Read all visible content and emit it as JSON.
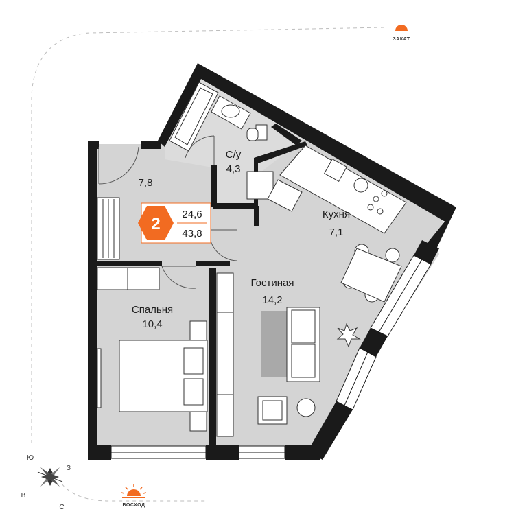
{
  "rooms": {
    "hall": {
      "area": "7,8"
    },
    "bathroom": {
      "name": "С/у",
      "area": "4,3"
    },
    "kitchen": {
      "name": "Кухня",
      "area": "7,1"
    },
    "living": {
      "name": "Гостиная",
      "area": "14,2"
    },
    "bedroom": {
      "name": "Спальня",
      "area": "10,4"
    }
  },
  "badge": {
    "rooms_count": "2",
    "living_area": "24,6",
    "total_area": "43,8",
    "accent_color": "#f26b21"
  },
  "sun": {
    "sunset_label": "ЗАКАТ",
    "sunrise_label": "ВОСХОД",
    "color": "#f26b21"
  },
  "compass": {
    "north": "С",
    "south": "Ю",
    "east": "В",
    "west": "З"
  },
  "colors": {
    "floor": "#d4d4d4",
    "wall": "#1a1a1a",
    "furniture": "#ffffff",
    "rug": "#a9a9a9"
  }
}
